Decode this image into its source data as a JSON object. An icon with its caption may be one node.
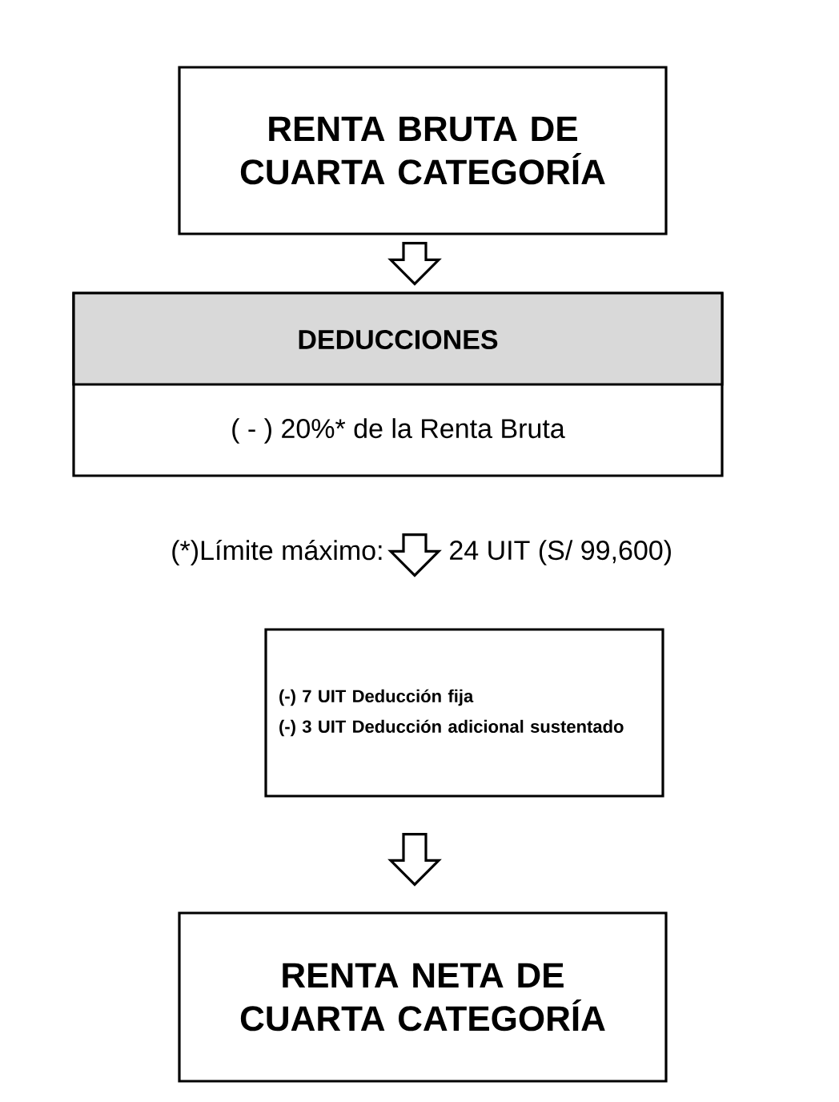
{
  "diagram": {
    "nodes": [
      {
        "text": [
          "RENTA BRUTA DE CUARTA CATEGORÍA"
        ]
      },
      {
        "text": [
          "DEDUCCIONES",
          "( - ) 20%* de la Renta Bruta"
        ]
      },
      {
        "text": [
          "(-) 7 UIT Deducción fija",
          "(-) 3 UIT Deducción adicional sustentado"
        ]
      },
      {
        "text": [
          "RENTA NETA DE CUARTA CATEGORÍA"
        ]
      }
    ],
    "edges": [
      {
        "from": 0,
        "to": 1,
        "arrow": "to"
      },
      {
        "from": 1,
        "to": 2,
        "arrow": "to"
      },
      {
        "from": 2,
        "to": 3,
        "arrow": "to"
      }
    ],
    "labels": [
      "(*)Límite máximo:",
      "24 UIT (S/ 99,600)"
    ]
  }
}
